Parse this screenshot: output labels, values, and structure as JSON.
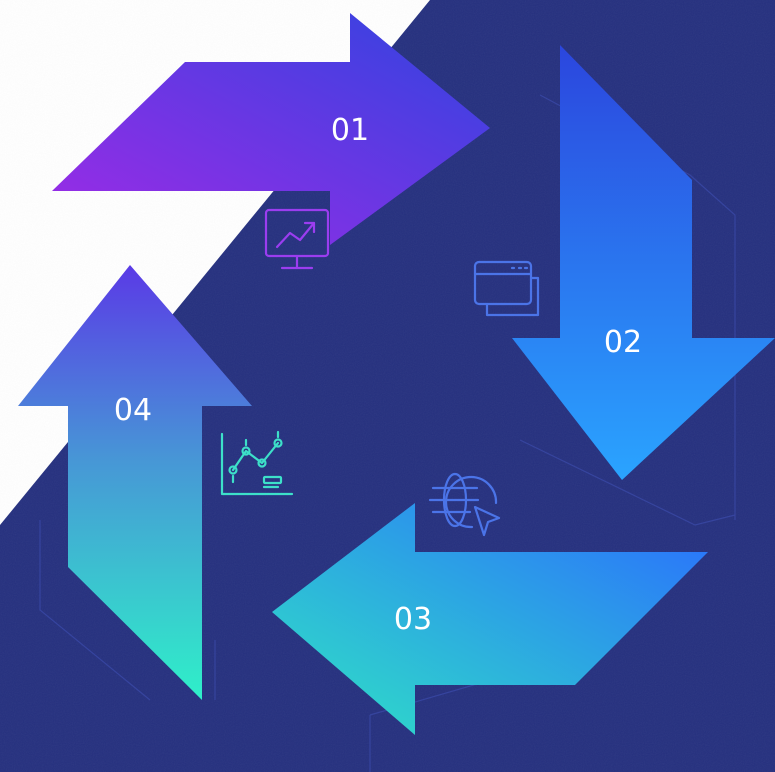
{
  "colors": {
    "background_dark": "#25307f",
    "background_light": "#ffffff",
    "icon_purple": "#9b3df0",
    "icon_blue": "#4b74e8",
    "icon_cyan": "#3de0c9"
  },
  "steps": [
    {
      "number": "01",
      "icon": "monitor-chart-icon",
      "gradient": [
        "#a02ae6",
        "#2f44e0"
      ]
    },
    {
      "number": "02",
      "icon": "browser-windows-icon",
      "gradient": [
        "#2b46de",
        "#2aa2ff"
      ]
    },
    {
      "number": "03",
      "icon": "globe-cursor-icon",
      "gradient": [
        "#2a72ff",
        "#2fe2c6"
      ]
    },
    {
      "number": "04",
      "icon": "line-chart-icon",
      "gradient": [
        "#2fe6c9",
        "#5b3ae6"
      ]
    }
  ]
}
